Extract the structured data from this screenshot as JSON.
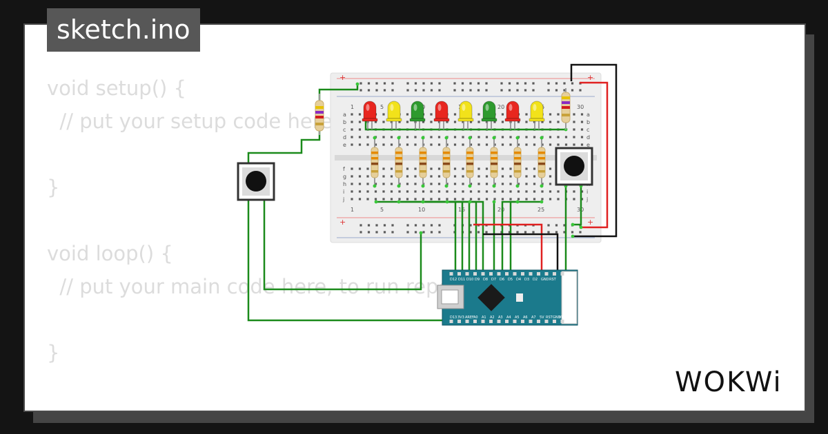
{
  "header": {
    "file_tab_label": "sketch.ino"
  },
  "code": {
    "lines": [
      "void setup() {",
      "  // put your setup code here, to run once:",
      "",
      "}",
      "",
      "void loop() {",
      "  // put your main code here, to run repeatedly:",
      "",
      "}"
    ]
  },
  "breadboard": {
    "column_numbers_top": [
      "1",
      "5",
      "10",
      "15",
      "20",
      "25",
      "30"
    ],
    "column_numbers_bottom": [
      "1",
      "5",
      "10",
      "15",
      "20",
      "25",
      "30"
    ],
    "row_letters_top": [
      "a",
      "b",
      "c",
      "d",
      "e"
    ],
    "row_letters_bottom": [
      "f",
      "g",
      "h",
      "i",
      "j"
    ],
    "rail_plus": "+"
  },
  "leds": [
    {
      "color": "red",
      "hex": "#e8261f"
    },
    {
      "color": "yellow",
      "hex": "#f2e21a"
    },
    {
      "color": "green",
      "hex": "#2e9a2e"
    },
    {
      "color": "red",
      "hex": "#e8261f"
    },
    {
      "color": "yellow",
      "hex": "#f2e21a"
    },
    {
      "color": "green",
      "hex": "#2e9a2e"
    },
    {
      "color": "red",
      "hex": "#e8261f"
    },
    {
      "color": "yellow",
      "hex": "#f2e21a"
    }
  ],
  "arduino": {
    "top_pins": [
      "D12",
      "D11",
      "D10",
      "D9",
      "D8",
      "D7",
      "D6",
      "D5",
      "D4",
      "D3",
      "D2",
      "GND",
      "RST"
    ],
    "bottom_pins": [
      "D13",
      "3V3",
      "AREF",
      "A0",
      "A1",
      "A2",
      "A3",
      "A4",
      "A5",
      "A6",
      "A7",
      "5V",
      "RST",
      "GND",
      "VIN"
    ],
    "board_color": "#1b7a8c"
  },
  "wire_colors": {
    "signal": "#1a8a1a",
    "power": "#e02020",
    "ground": "#111111"
  },
  "brand": {
    "logo_text": "WOKWi"
  }
}
